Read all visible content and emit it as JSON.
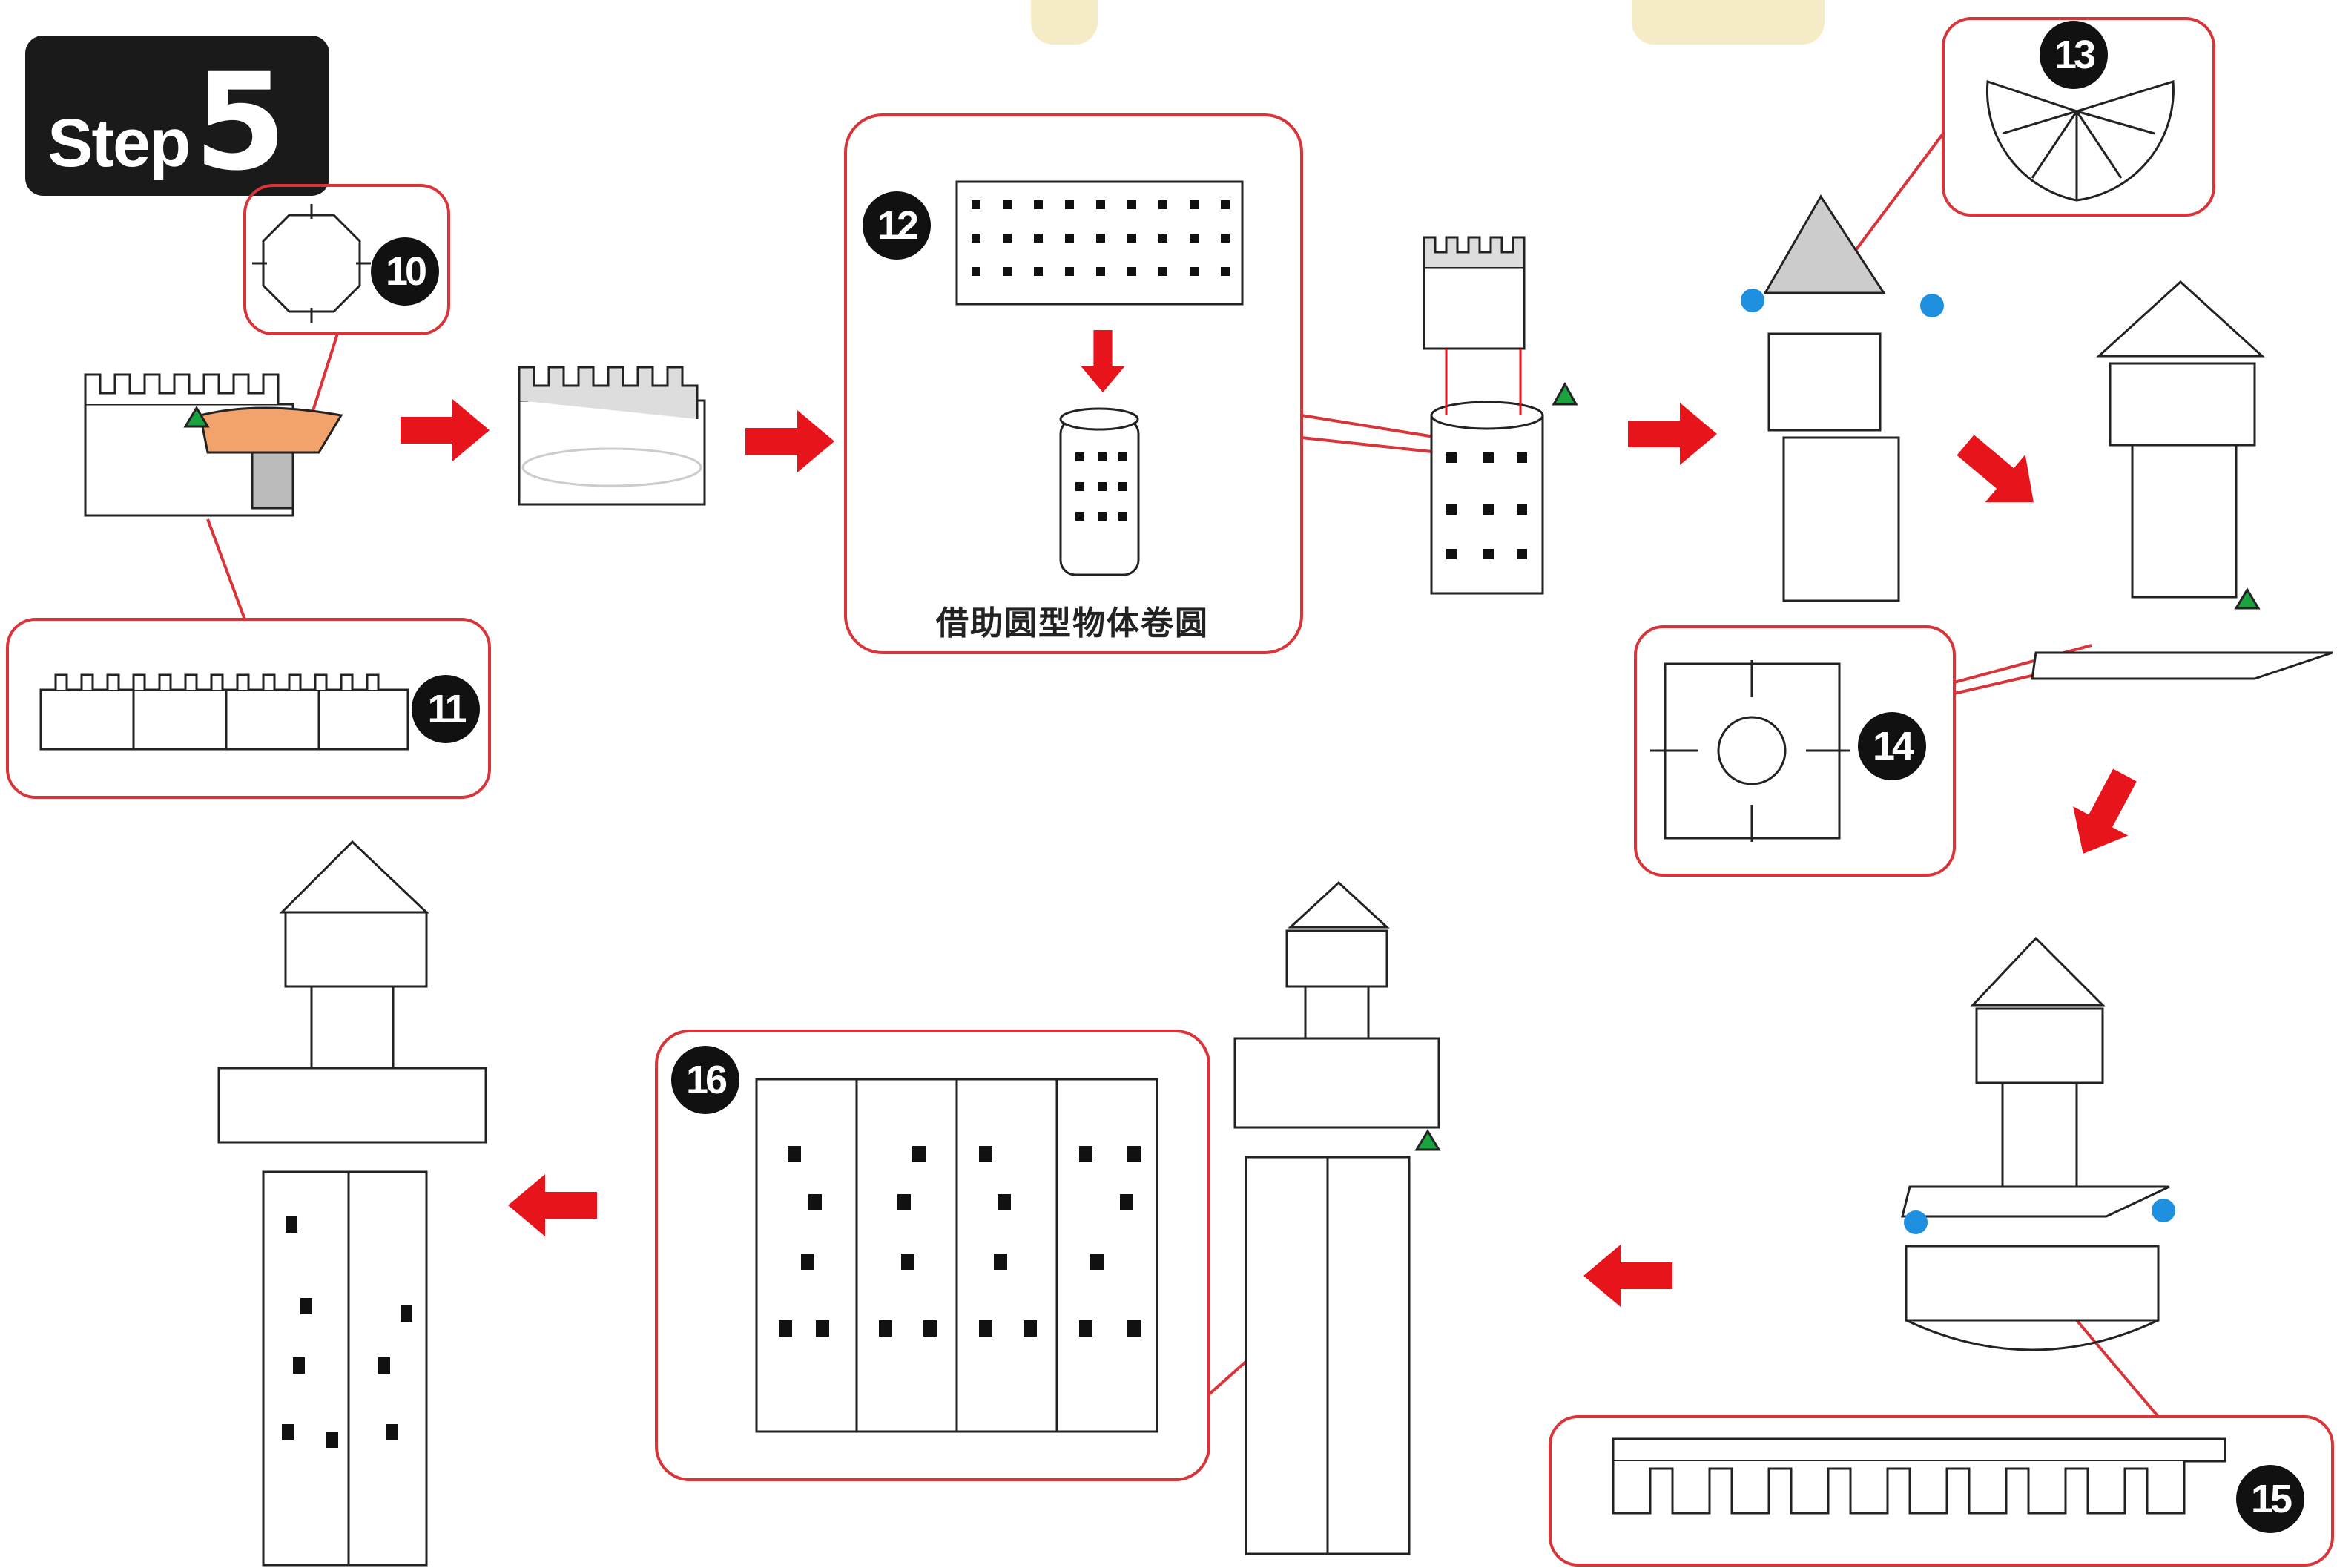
{
  "step": {
    "word": "Step",
    "number": "5"
  },
  "callouts": [
    {
      "id": "10",
      "label": "10"
    },
    {
      "id": "11",
      "label": "11"
    },
    {
      "id": "12",
      "label": "12"
    },
    {
      "id": "13",
      "label": "13"
    },
    {
      "id": "14",
      "label": "14"
    },
    {
      "id": "15",
      "label": "15"
    },
    {
      "id": "16",
      "label": "16"
    }
  ],
  "caption_12": "借助圆型物体卷圆",
  "colors": {
    "arrow": "#e8141b",
    "frame": "#d9343a",
    "badge": "#1a1a1a",
    "triangle": "#19a33f",
    "dot": "#1f8fe0",
    "part_orange": "#f2a26b"
  },
  "icons": [
    "red-arrow-icon",
    "green-triangle-icon",
    "blue-dot-icon"
  ]
}
